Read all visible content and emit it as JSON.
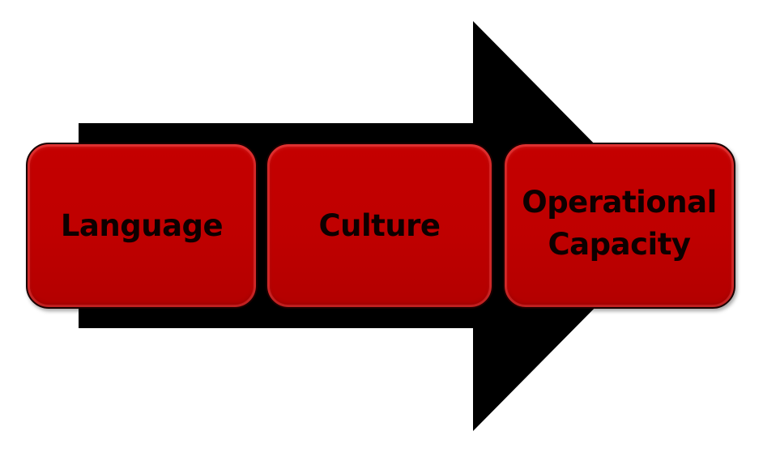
{
  "colors": {
    "arrow": "#000000",
    "box_fill": "#c00000",
    "box_border": "#1a0000",
    "text": "#0d0000"
  },
  "stages": [
    {
      "label": "Language"
    },
    {
      "label": "Culture"
    },
    {
      "label": "Operational\nCapacity"
    }
  ]
}
